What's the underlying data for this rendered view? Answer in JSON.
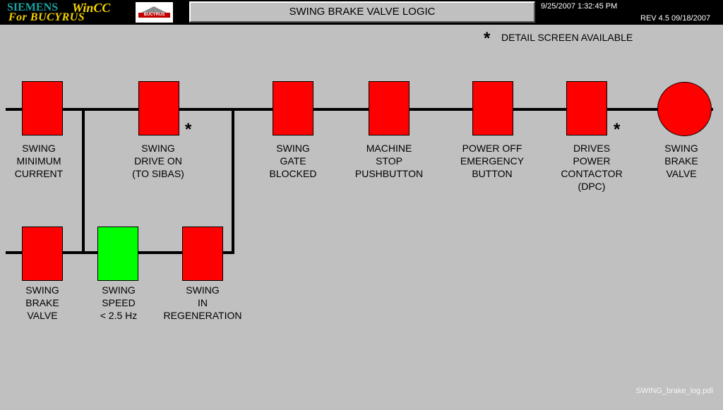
{
  "header": {
    "brand_line1": "SIEMENS",
    "brand_line1b": "WinCC",
    "brand_line2": "For BUCYRUS",
    "logo_text": "BUCYRUS",
    "title": "SWING BRAKE VALVE LOGIC",
    "datetime": "9/25/2007 1:32:45 PM",
    "revision": "REV 4.5  09/18/2007"
  },
  "legend": {
    "symbol": "*",
    "text": "DETAIL SCREEN AVAILABLE"
  },
  "main_rung": [
    {
      "lines": [
        "SWING",
        "MINIMUM",
        "CURRENT"
      ],
      "state": "red",
      "detail": ""
    },
    {
      "lines": [
        "SWING",
        "DRIVE ON",
        "(TO SIBAS)"
      ],
      "state": "red",
      "detail": "*"
    },
    {
      "lines": [
        "SWING",
        "GATE",
        "BLOCKED"
      ],
      "state": "red",
      "detail": ""
    },
    {
      "lines": [
        "MACHINE",
        "STOP",
        "PUSHBUTTON"
      ],
      "state": "red",
      "detail": ""
    },
    {
      "lines": [
        "POWER OFF",
        "EMERGENCY",
        "BUTTON"
      ],
      "state": "red",
      "detail": ""
    },
    {
      "lines": [
        "DRIVES",
        "POWER",
        "CONTACTOR",
        "(DPC)"
      ],
      "state": "red",
      "detail": "*"
    },
    {
      "lines": [
        "SWING",
        "BRAKE",
        "VALVE"
      ],
      "state": "red",
      "detail": ""
    }
  ],
  "branch_rung": [
    {
      "lines": [
        "SWING",
        "BRAKE",
        "VALVE"
      ],
      "state": "red"
    },
    {
      "lines": [
        "SWING",
        "SPEED",
        "< 2.5 Hz"
      ],
      "state": "green"
    },
    {
      "lines": [
        "SWING",
        "IN",
        "REGENERATION"
      ],
      "state": "red"
    }
  ],
  "colors": {
    "background": "#c0c0c0",
    "inactive": "#ff0000",
    "active": "#00ff00"
  },
  "footer": {
    "filename": "SWING_brake_log.pdl"
  }
}
